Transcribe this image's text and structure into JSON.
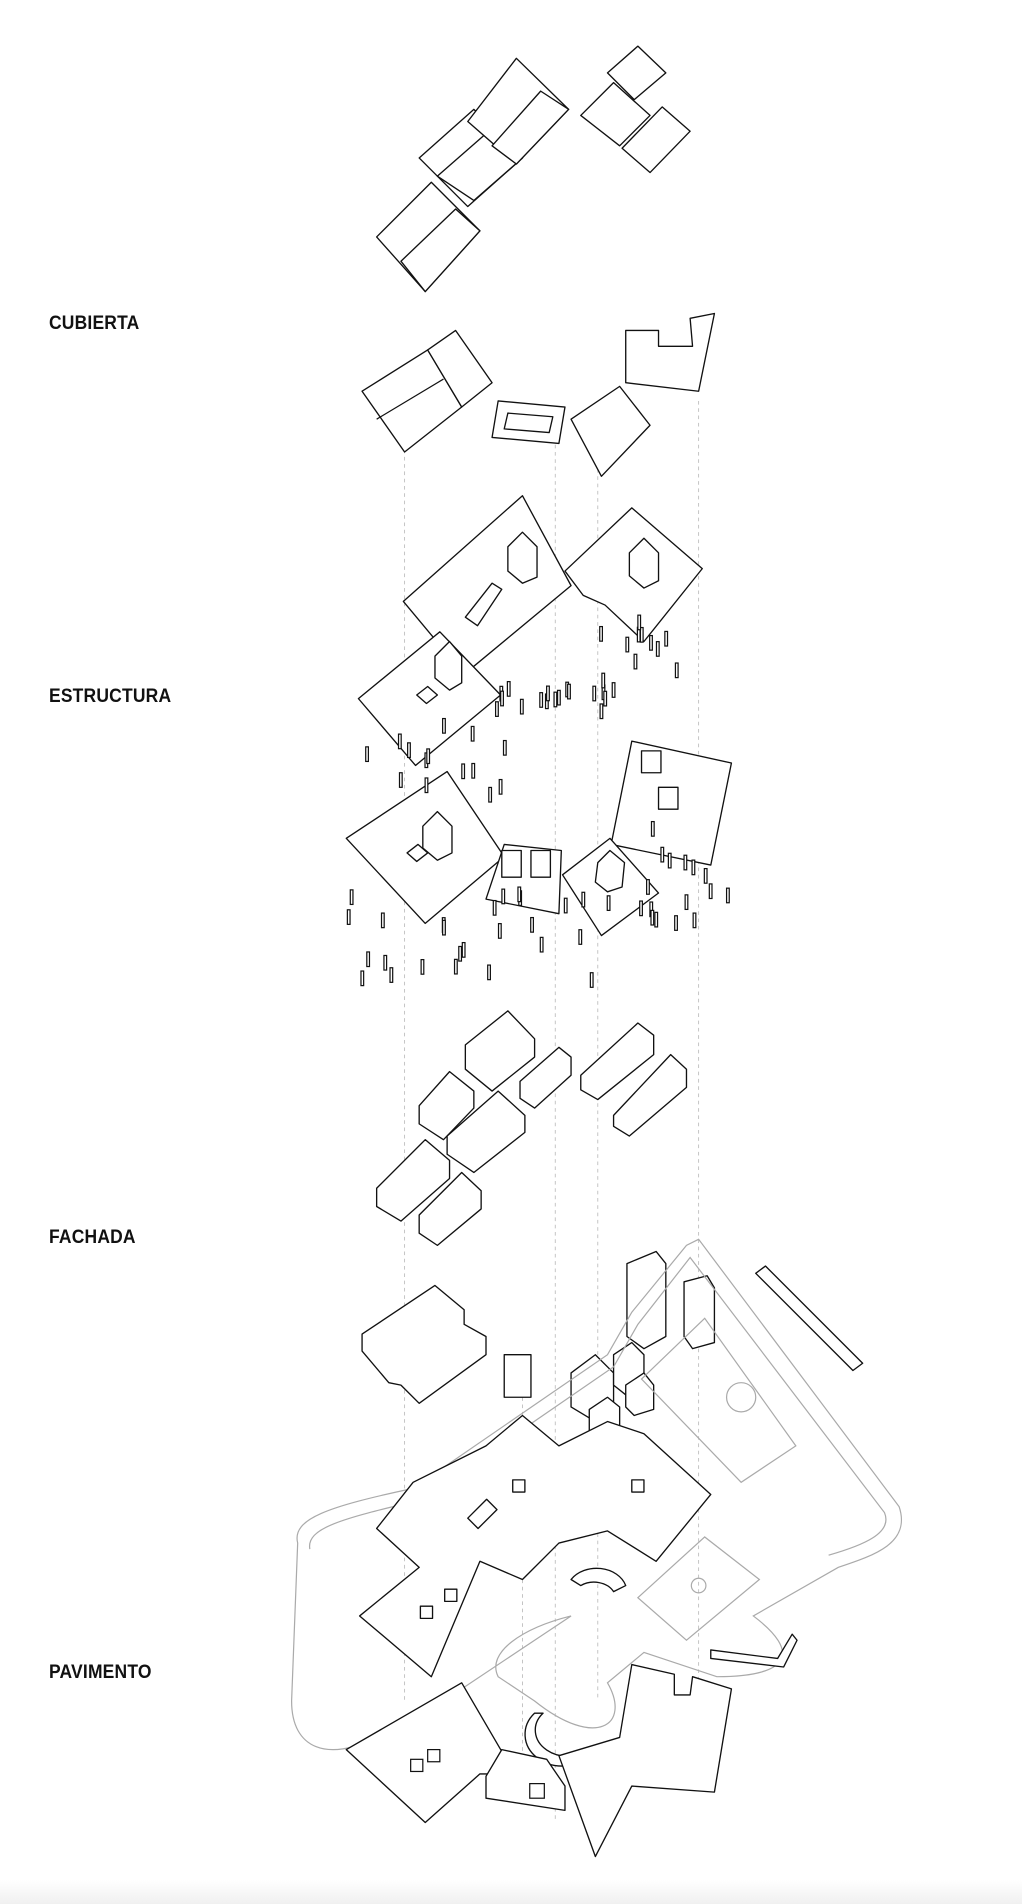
{
  "layers": [
    {
      "label": "CUBIERTA"
    },
    {
      "label": "ESTRUCTURA"
    },
    {
      "label": "FACHADA"
    },
    {
      "label": "PAVIMENTO"
    }
  ]
}
